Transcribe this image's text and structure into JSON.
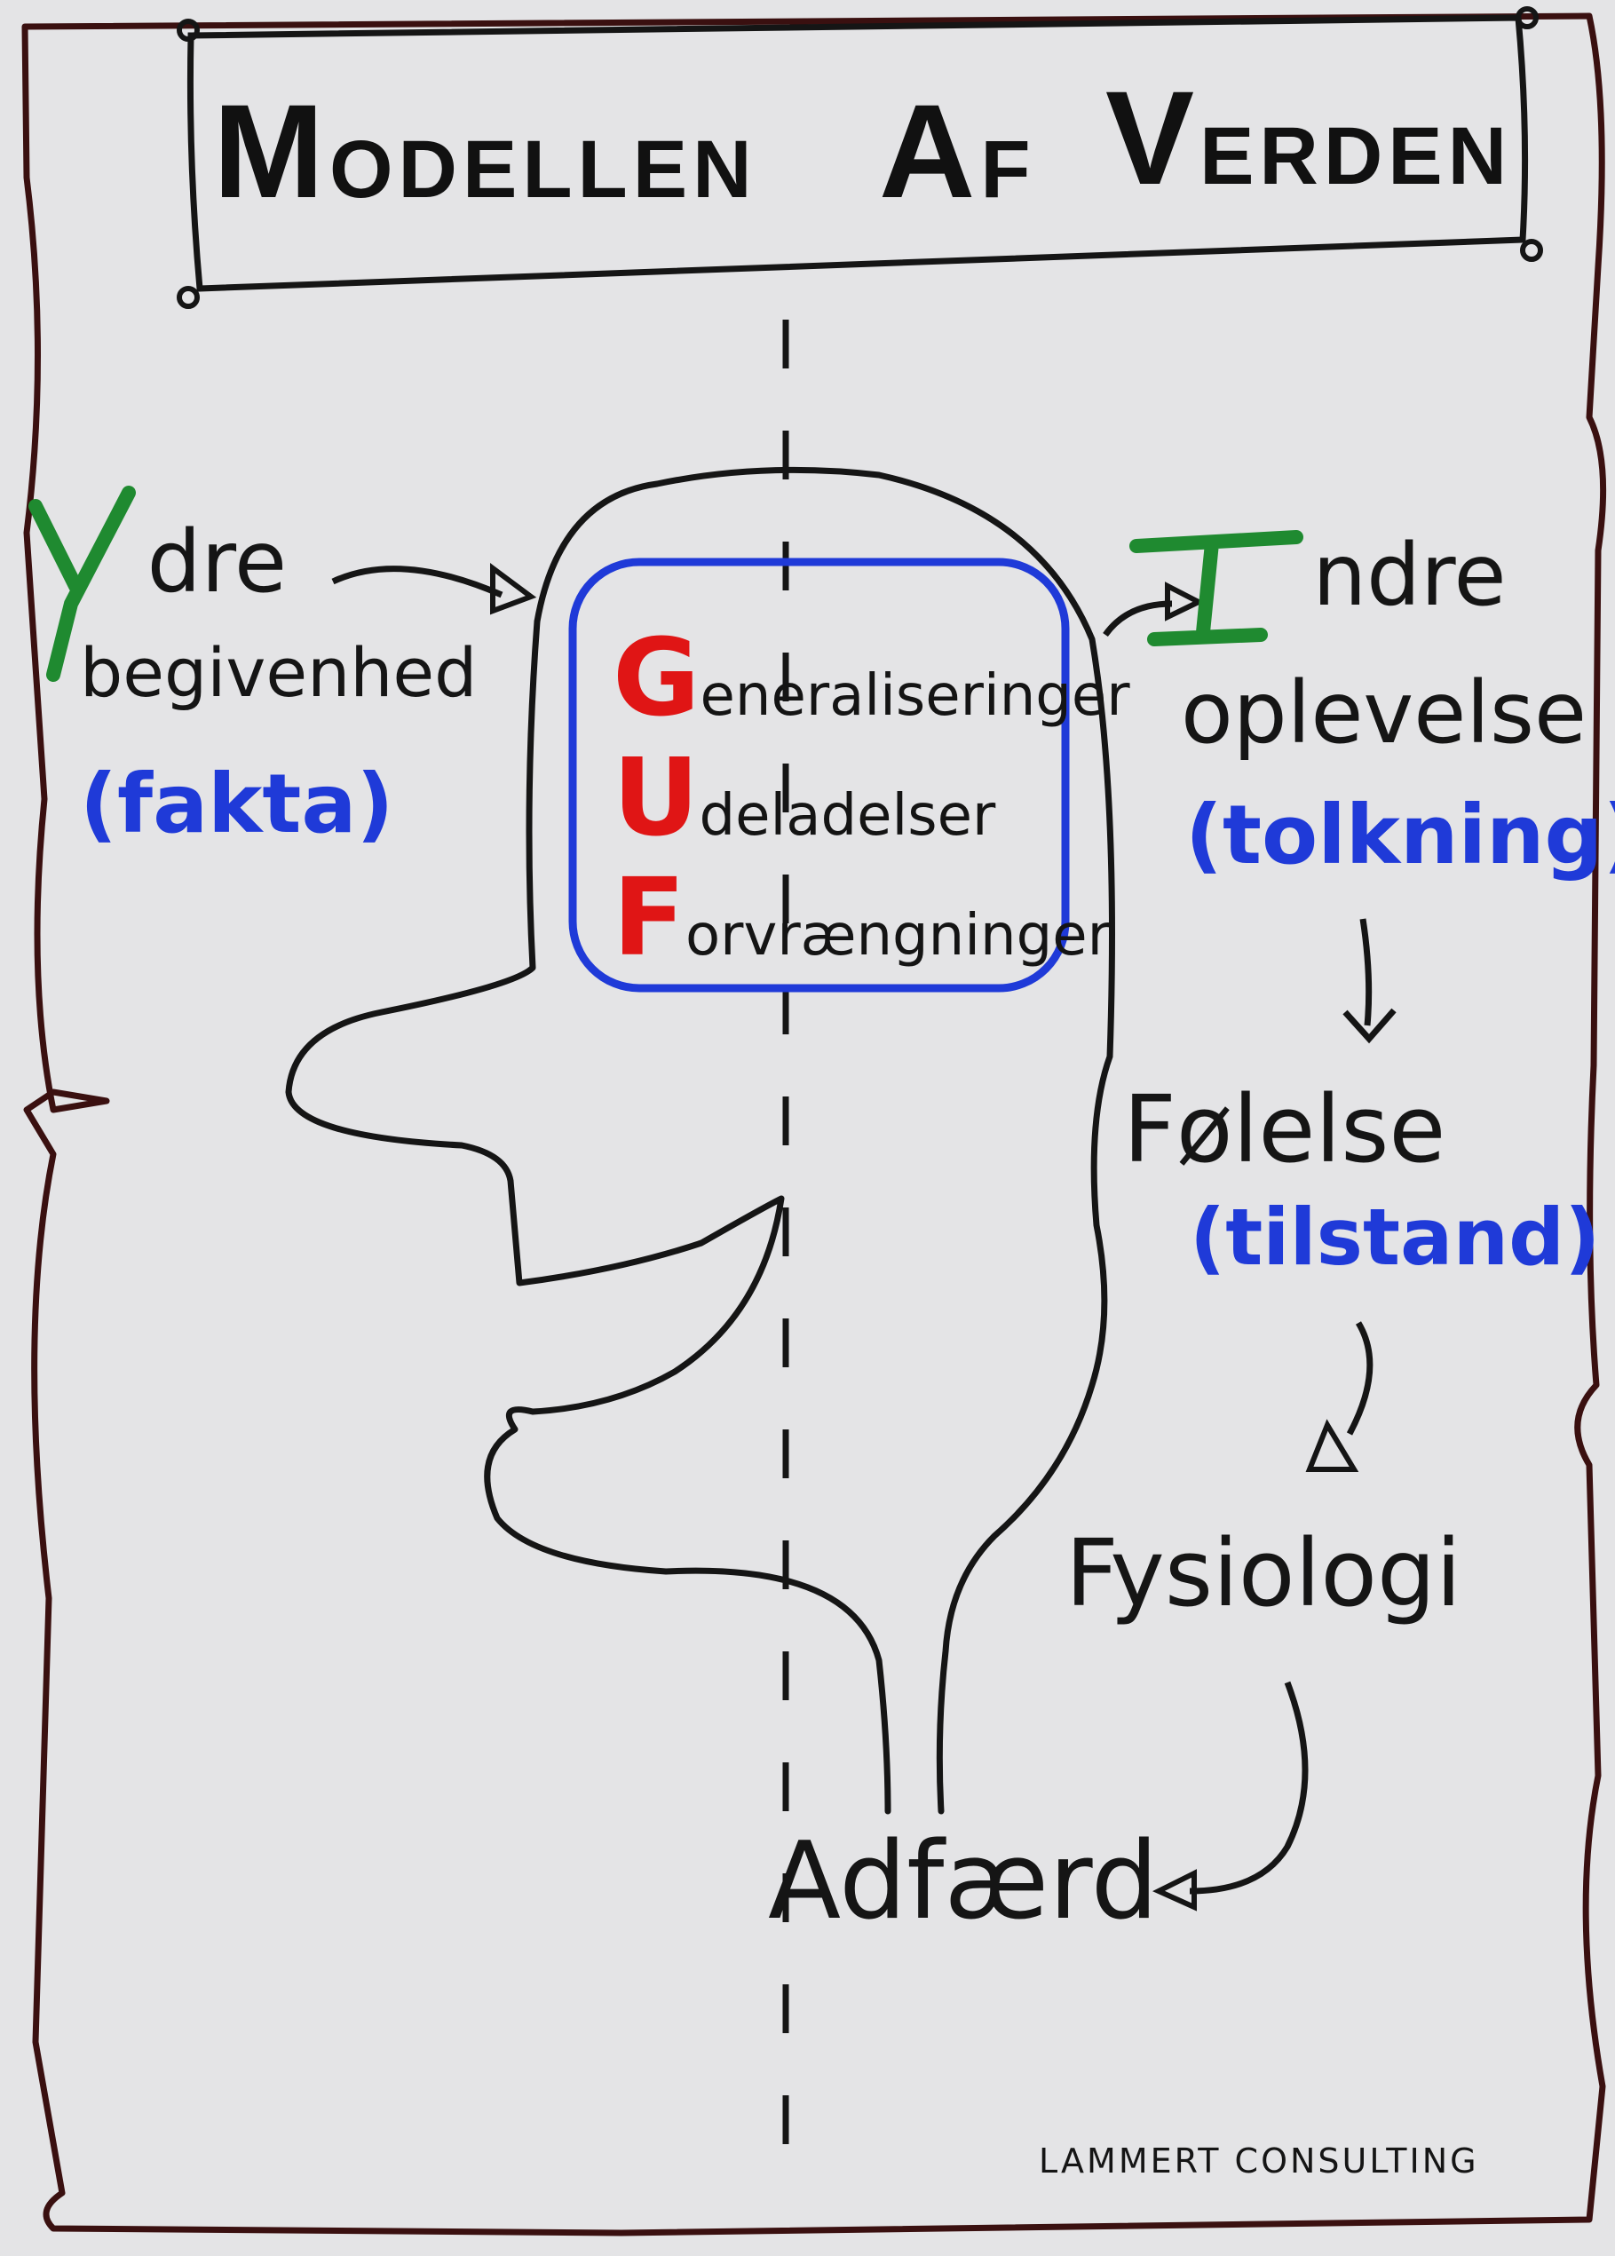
{
  "title": {
    "w1_cap": "M",
    "w1_rest": "ODELLEN",
    "w2_cap": "A",
    "w2_rest": "F",
    "w3_cap": "V",
    "w3_rest": "ERDEN"
  },
  "left_block": {
    "cap": "Y",
    "line1_rest": "dre",
    "line2": "begivenhed",
    "line3": "(fakta)"
  },
  "right_block": {
    "cap": "I",
    "line1_rest": "ndre",
    "line2": "oplevelse",
    "line3": "(tolkning)"
  },
  "guf": [
    {
      "letter": "G",
      "rest": "eneraliseringer"
    },
    {
      "letter": "U",
      "rest": "deladelser"
    },
    {
      "letter": "F",
      "rest": "orvrængninger"
    }
  ],
  "chain": {
    "feeling": "Følelse",
    "feeling_note": "(tilstand)",
    "physiology": "Fysiologi",
    "behavior": "Adfærd"
  },
  "signature": "LAMMERT CONSULTING",
  "colors": {
    "paper": "#e4e4e6",
    "ink": "#151515",
    "blue": "#1f3ad8",
    "green": "#1f8a30",
    "red": "#e01515",
    "frame": "#3a1010"
  }
}
